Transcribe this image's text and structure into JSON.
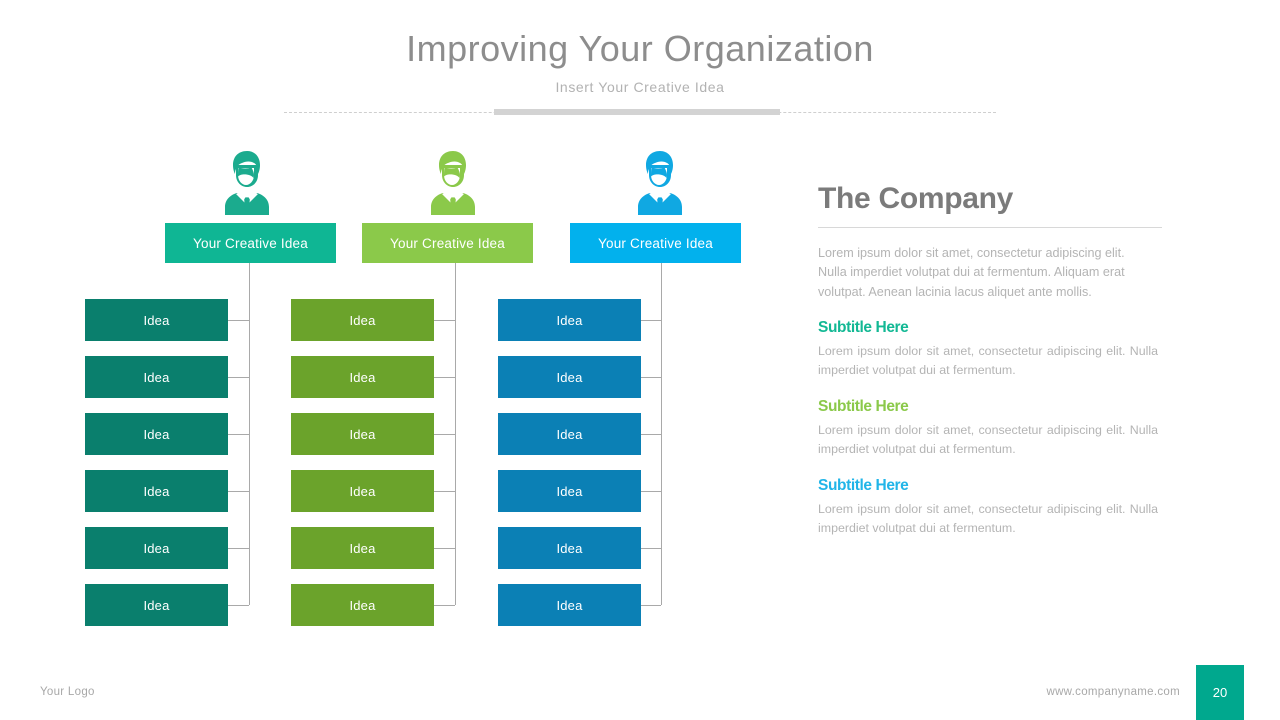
{
  "header": {
    "title": "Improving Your Organization",
    "subtitle": "Insert Your Creative Idea"
  },
  "chart": {
    "columns": [
      {
        "key": "teal",
        "head_label": "Your Creative Idea",
        "head_color": "#0fb694",
        "box_color": "#0a7f6d",
        "icon_color": "#1bab8e",
        "icon_name": "businessperson-icon",
        "items": [
          "Idea",
          "Idea",
          "Idea",
          "Idea",
          "Idea",
          "Idea"
        ]
      },
      {
        "key": "green",
        "head_label": "Your Creative Idea",
        "head_color": "#8bc94a",
        "box_color": "#6ba32b",
        "icon_color": "#8bc94a",
        "icon_name": "businessperson-icon",
        "items": [
          "Idea",
          "Idea",
          "Idea",
          "Idea",
          "Idea",
          "Idea"
        ]
      },
      {
        "key": "blue",
        "head_label": "Your Creative Idea",
        "head_color": "#02b1ed",
        "box_color": "#0b80b5",
        "icon_color": "#10a8e2",
        "icon_name": "businessperson-icon",
        "items": [
          "Idea",
          "Idea",
          "Idea",
          "Idea",
          "Idea",
          "Idea"
        ]
      }
    ]
  },
  "panel": {
    "title": "The Company",
    "intro": "Lorem ipsum dolor sit amet, consectetur adipiscing elit. Nulla imperdiet volutpat dui at fermentum. Aliquam erat volutpat. Aenean lacinia lacus aliquet ante mollis.",
    "sections": [
      {
        "title": "Subtitle Here",
        "color": "#12b894",
        "body": "Lorem ipsum dolor sit amet, consectetur adipiscing elit. Nulla imperdiet volutpat dui at fermentum."
      },
      {
        "title": "Subtitle Here",
        "color": "#8bc94a",
        "body": "Lorem ipsum dolor sit amet, consectetur adipiscing elit. Nulla imperdiet volutpat dui at fermentum."
      },
      {
        "title": "Subtitle Here",
        "color": "#21b5e8",
        "body": "Lorem ipsum dolor sit amet, consectetur adipiscing elit. Nulla imperdiet volutpat dui at fermentum."
      }
    ]
  },
  "footer": {
    "logo": "Your Logo",
    "url": "www.companyname.com",
    "page_number": "20",
    "badge_color": "#00a88e"
  }
}
